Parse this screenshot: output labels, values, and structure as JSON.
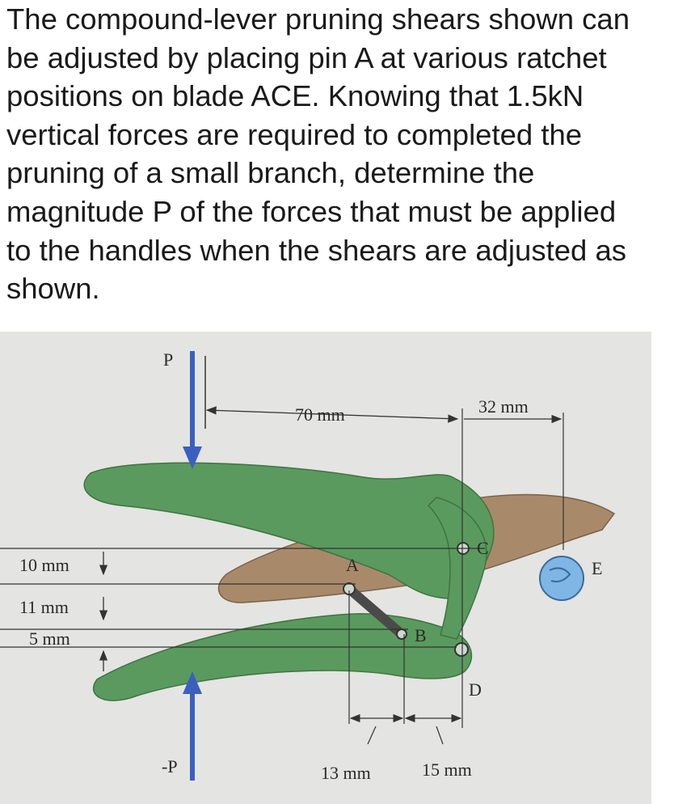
{
  "problem": {
    "lines": [
      "The compound-lever pruning shears shown can",
      "be adjusted by placing pin A at various ratchet",
      "positions on blade ACE.  Knowing that 1.5kN",
      "vertical forces are required to completed the",
      "pruning of a small branch, determine the",
      "magnitude P of the forces that must be applied",
      "to the handles when the shears are adjusted as",
      "shown."
    ]
  },
  "figure": {
    "force_top": "P",
    "force_bottom": "-P",
    "dim_70": "70 mm",
    "dim_32": "32 mm",
    "dim_10": "10 mm",
    "dim_11": "11 mm",
    "dim_5": "5 mm",
    "dim_13": "13 mm",
    "dim_15": "15 mm",
    "point_A": "A",
    "point_B": "B",
    "point_C": "C",
    "point_D": "D",
    "point_E": "E",
    "colors": {
      "handle": "#5a9a5e",
      "blade": "#a88a6a",
      "arrow": "#3b5fc0",
      "branch": "#7fb6e6",
      "background": "#e4e4e2"
    }
  }
}
